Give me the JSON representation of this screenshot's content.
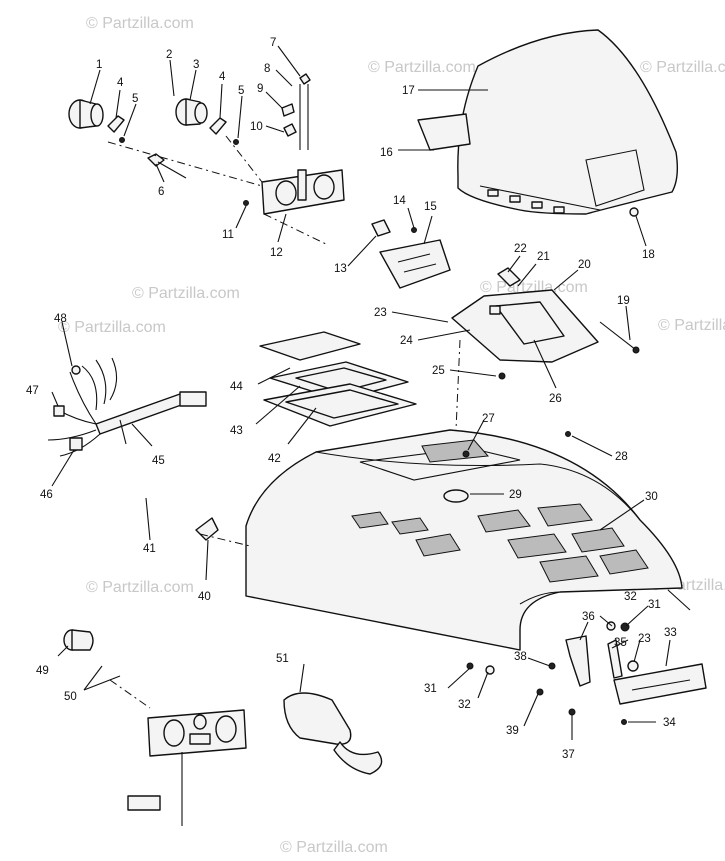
{
  "watermark": "© Partzilla.com",
  "callouts": [
    "1",
    "2",
    "3",
    "4",
    "5",
    "6",
    "7",
    "8",
    "9",
    "10",
    "11",
    "12",
    "13",
    "14",
    "15",
    "16",
    "17",
    "18",
    "19",
    "20",
    "21",
    "22",
    "23",
    "24",
    "25",
    "26",
    "27",
    "28",
    "29",
    "30",
    "31",
    "32",
    "33",
    "34",
    "35",
    "36",
    "37",
    "38",
    "39",
    "40",
    "41",
    "42",
    "43",
    "44",
    "45",
    "46",
    "47",
    "48",
    "49",
    "50",
    "51"
  ],
  "colors": {
    "ink": "#111111",
    "watermark": "#c8c8c8",
    "background": "#ffffff"
  }
}
